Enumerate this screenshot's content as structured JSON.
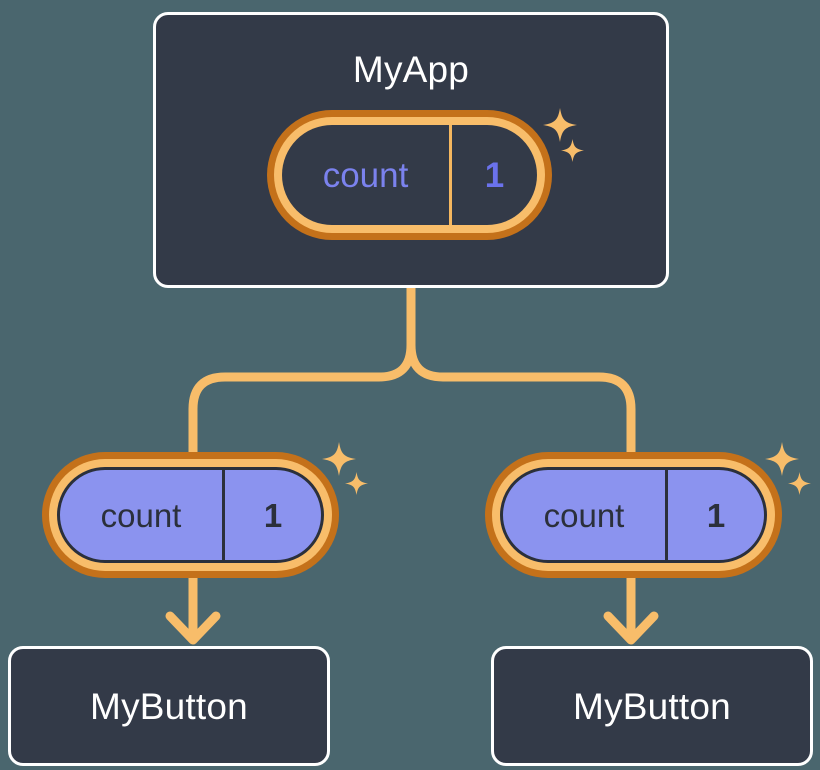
{
  "diagram": {
    "type": "component-tree",
    "title": "React component tree with shared count state",
    "background_color": "#4a666e"
  },
  "colors": {
    "background": "#4a666e",
    "card_fill": "#333a48",
    "card_border": "#ffffff",
    "pill_ring_outer": "#c4711a",
    "pill_ring_inner": "#f8bd6a",
    "pill_fill_purple": "#8b93ef",
    "state_text_purple": "#7b82ee",
    "dark_text": "#2b303b",
    "connector": "#f8bd6a",
    "sparkle": "#f8bd6a"
  },
  "nodes": {
    "root": {
      "label": "MyApp",
      "state": {
        "key": "count",
        "value": "1"
      }
    },
    "children": [
      {
        "state": {
          "key": "count",
          "value": "1"
        },
        "label": "MyButton"
      },
      {
        "state": {
          "key": "count",
          "value": "1"
        },
        "label": "MyButton"
      }
    ]
  },
  "icons": {
    "sparkle_large": "sparkle-icon",
    "sparkle_small": "sparkle-icon"
  }
}
